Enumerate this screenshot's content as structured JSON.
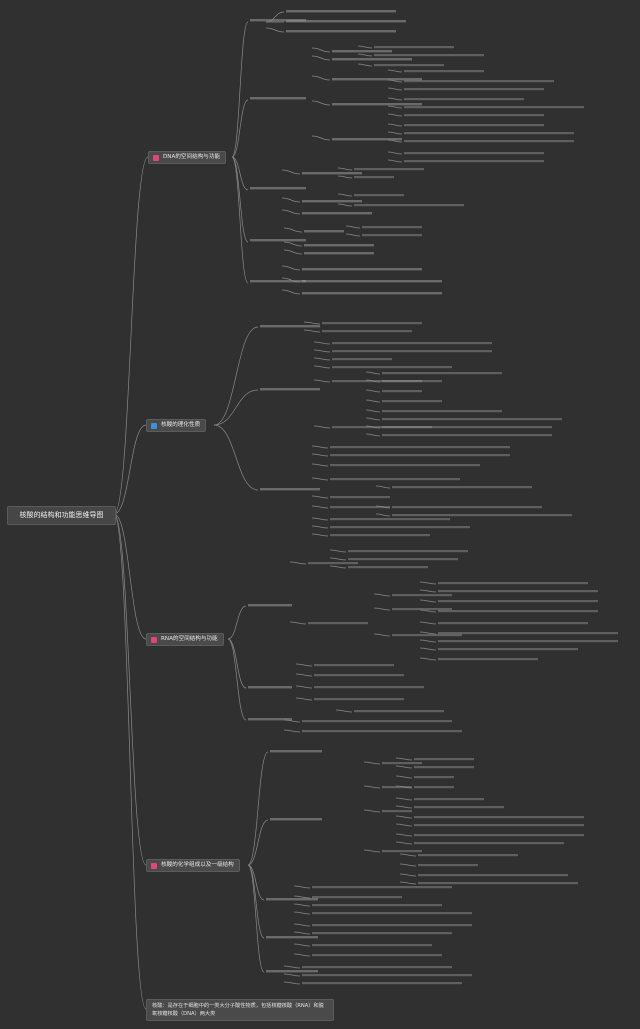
{
  "root": {
    "title": "核酸的结构和功能思维导图"
  },
  "branches": {
    "b1": {
      "label": "DNA的空间结构与功能",
      "color": "#e0457b"
    },
    "b2": {
      "label": "核酸的理化性质",
      "color": "#3d8fd6"
    },
    "b3": {
      "label": "RNA的空间结构与功能",
      "color": "#e0457b"
    },
    "b4": {
      "label": "核酸的化学组成以及一级结构",
      "color": "#e0457b"
    }
  },
  "note": {
    "text": "核酸：是存在于细胞中的一类大分子酸性物质，包括核糖核酸（RNA）和脱氧核糖核酸（DNA）两大类"
  }
}
